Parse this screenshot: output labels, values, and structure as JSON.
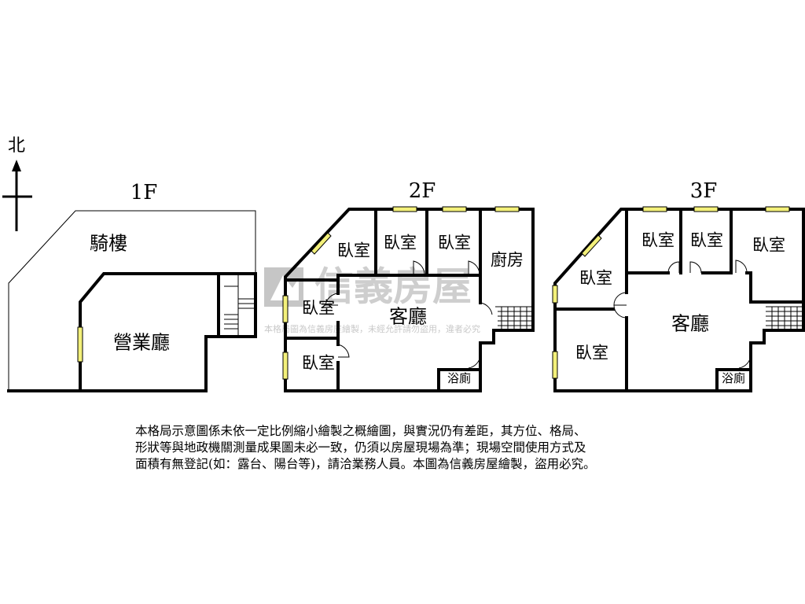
{
  "compass": {
    "label": "北"
  },
  "floors": [
    {
      "id": "1F",
      "label": "1F",
      "rooms": {
        "arcade": "騎樓",
        "hall": "營業廳"
      }
    },
    {
      "id": "2F",
      "label": "2F",
      "rooms": {
        "bed_a": "臥室",
        "bed_b": "臥室",
        "bed_c": "臥室",
        "kitchen": "廚房",
        "bed_d": "臥室",
        "living": "客廳",
        "bed_e": "臥室",
        "bath": "浴廁"
      }
    },
    {
      "id": "3F",
      "label": "3F",
      "rooms": {
        "bed_a": "臥室",
        "bed_b": "臥室",
        "bed_c": "臥室",
        "bed_d": "臥室",
        "living": "客廳",
        "bed_e": "臥室",
        "bath": "浴廁"
      }
    }
  ],
  "watermark": {
    "brand": "信義房屋",
    "note": "本格局圖為信義房屋繪製，未經允許請勿盜用，違者必究",
    "accent_color": "#c6c6c6"
  },
  "disclaimer": {
    "lines": [
      "本格局示意圖係未依一定比例縮小繪製之概繪圖，與實況仍有差距，其方位、格局、",
      "形狀等與地政機關測量成果圖未必一致，仍須以房屋現場為準；現場空間使用方式及",
      "面積有無登記(如：露台、陽台等)，請洽業務人員。本圖為信義房屋繪製，盜用必究。"
    ]
  },
  "colors": {
    "window": "#f3f07a",
    "wall": "#000000",
    "background": "#ffffff"
  }
}
